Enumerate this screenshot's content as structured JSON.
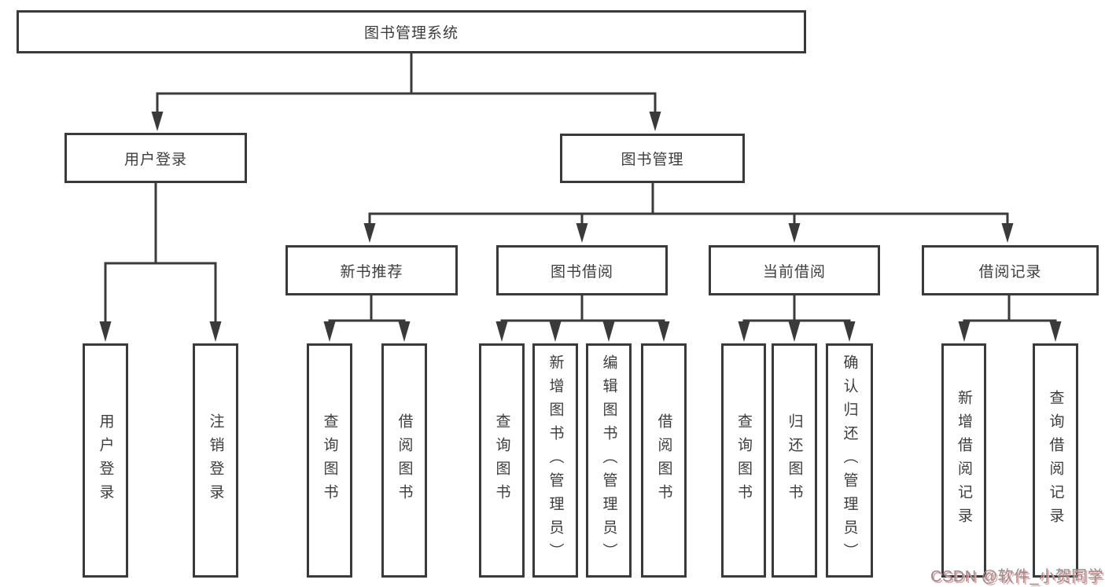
{
  "diagram": {
    "type": "hierarchy-tree",
    "tree": {
      "label": "图书管理系统",
      "children": [
        {
          "label": "用户登录",
          "children": [
            {
              "label": "用户登录"
            },
            {
              "label": "注销登录"
            }
          ]
        },
        {
          "label": "图书管理",
          "children": [
            {
              "label": "新书推荐",
              "children": [
                {
                  "label": "查询图书"
                },
                {
                  "label": "借阅图书"
                }
              ]
            },
            {
              "label": "图书借阅",
              "children": [
                {
                  "label": "查询图书"
                },
                {
                  "label": "新增图书（管理员）"
                },
                {
                  "label": "编辑图书（管理员）"
                },
                {
                  "label": "借阅图书"
                }
              ]
            },
            {
              "label": "当前借阅",
              "children": [
                {
                  "label": "查询图书"
                },
                {
                  "label": "归还图书"
                },
                {
                  "label": "确认归还（管理员）"
                }
              ]
            },
            {
              "label": "借阅记录",
              "children": [
                {
                  "label": "新增借阅记录"
                },
                {
                  "label": "查询借阅记录"
                }
              ]
            }
          ]
        }
      ]
    },
    "colors": {
      "line": "#3a3a3a",
      "text": "#3d3d3d",
      "box_fill": "#ffffff",
      "background": "#ffffff"
    }
  },
  "watermark": {
    "text": "CSDN @软件_小贺同学",
    "color": "#8f8f8f",
    "shadow_color": "#f0a0a0"
  }
}
